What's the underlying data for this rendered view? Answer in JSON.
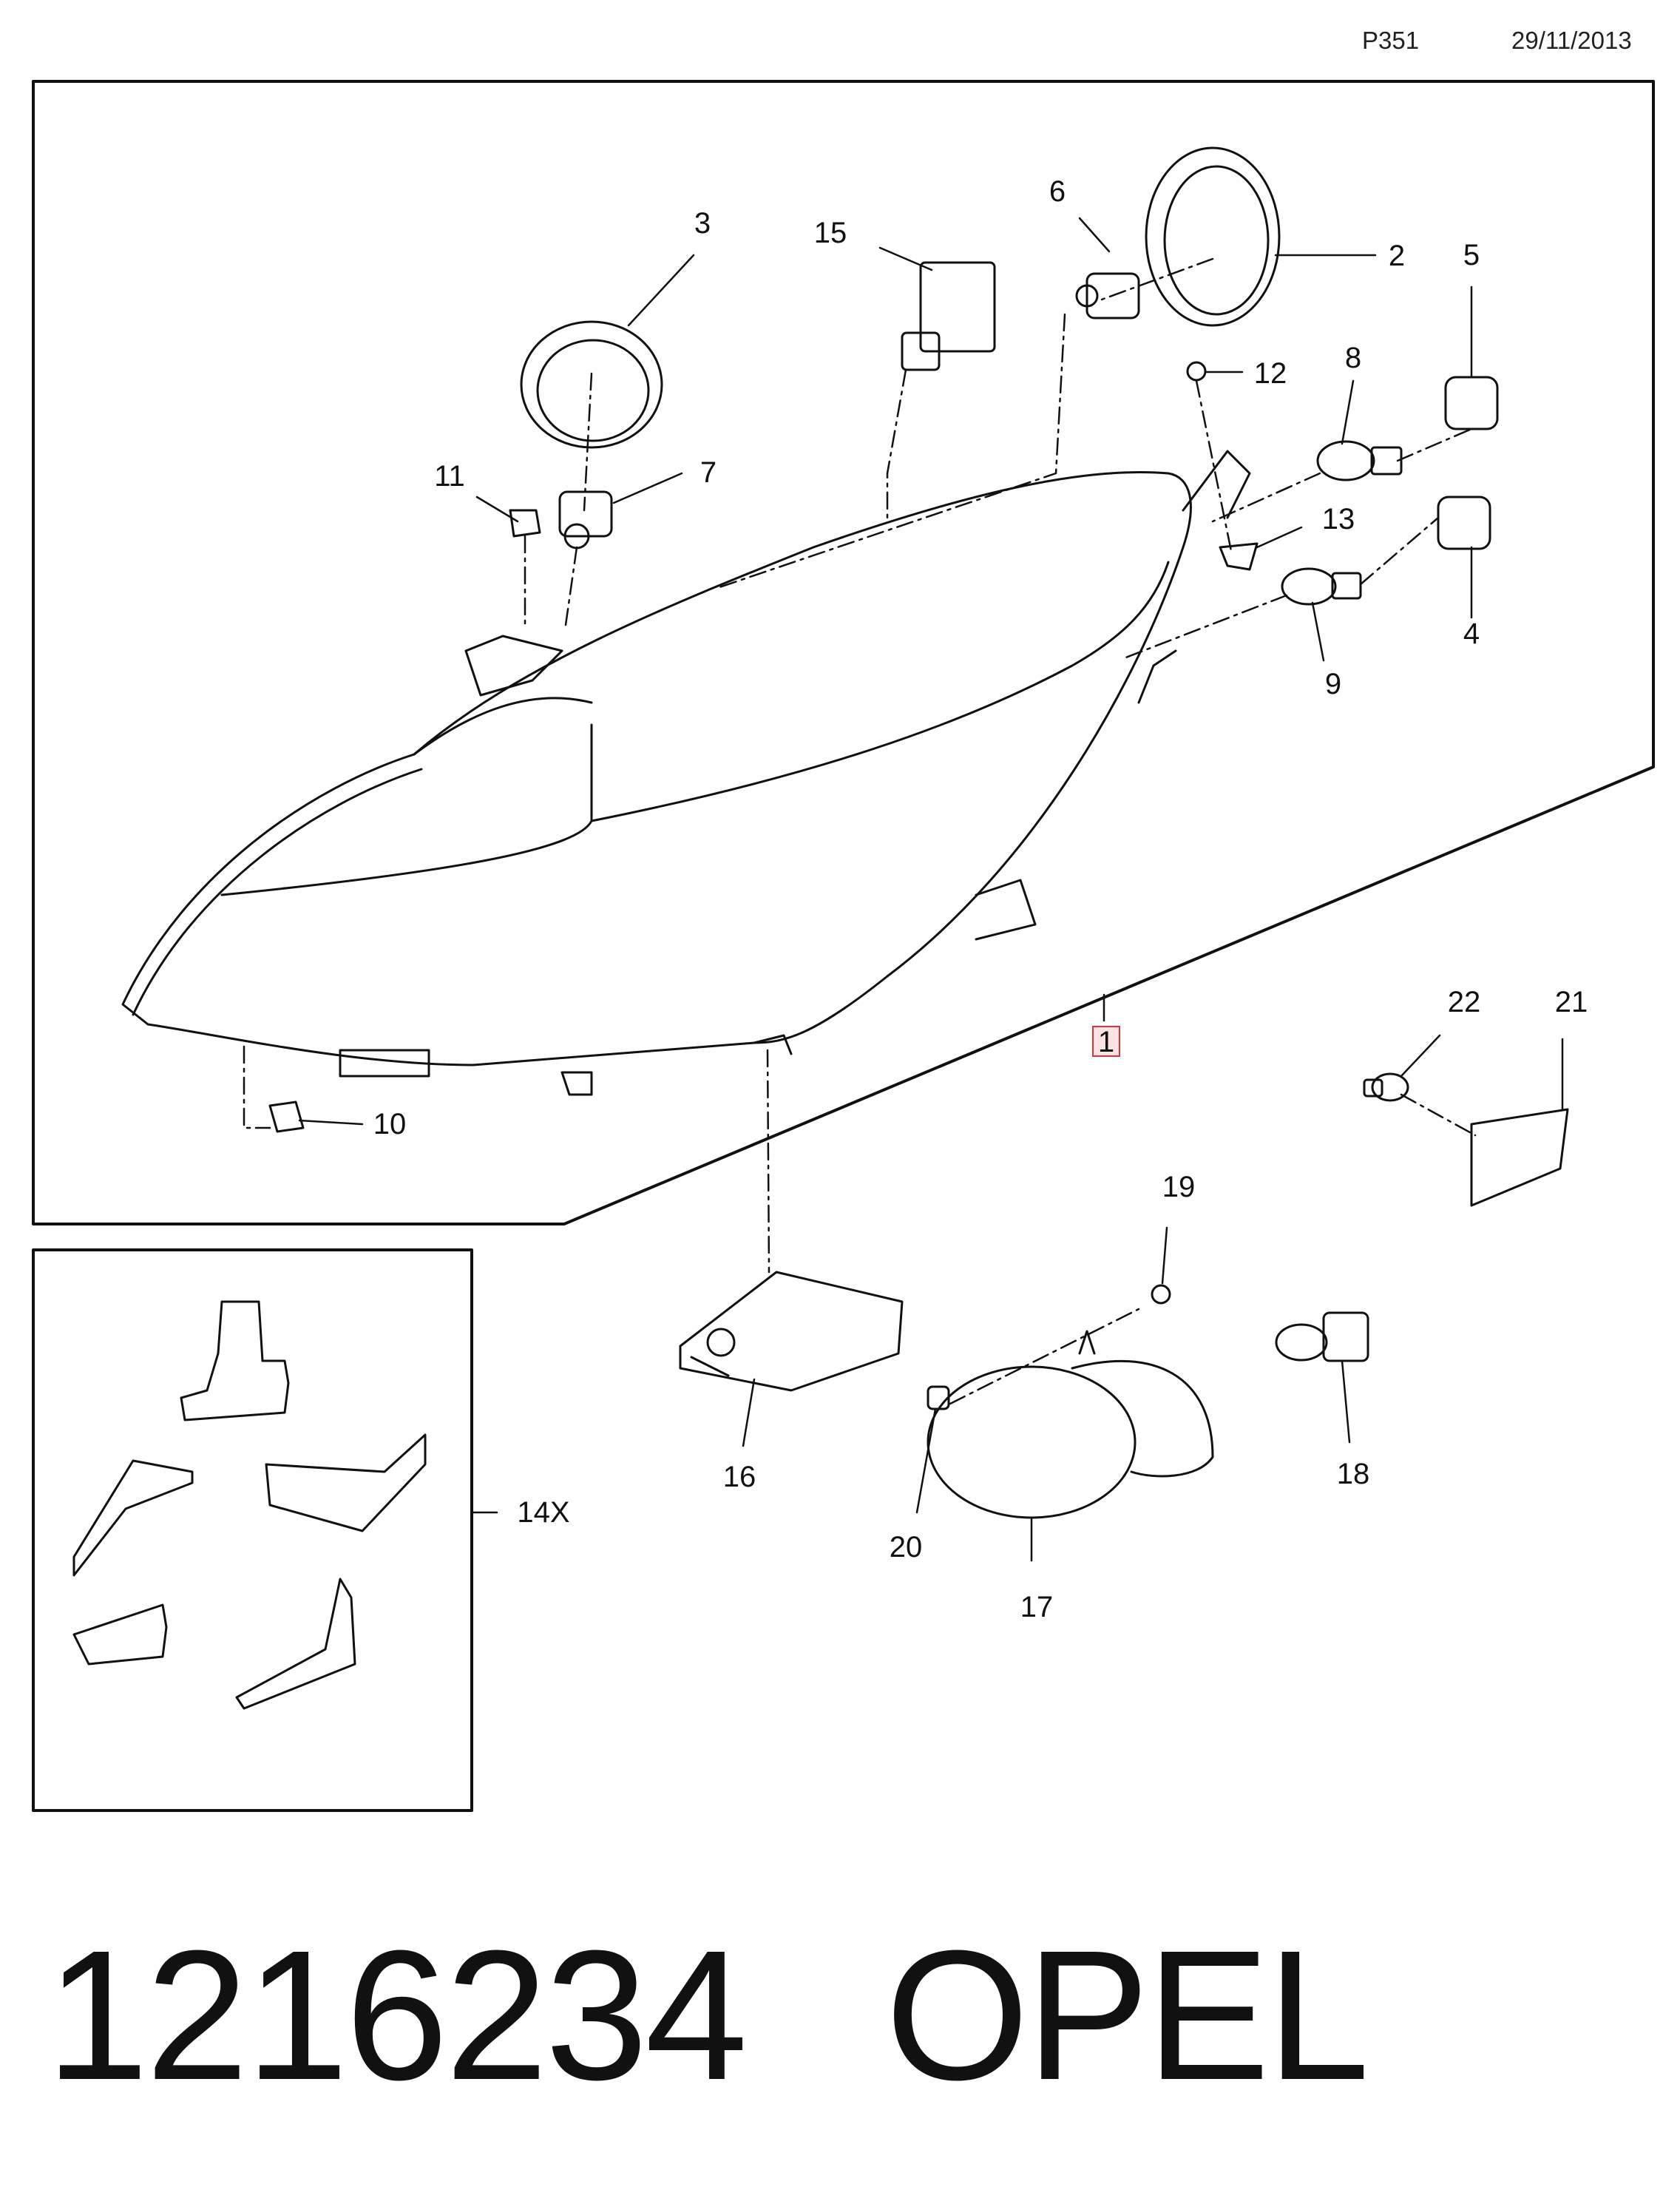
{
  "header": {
    "page_code": "P351",
    "date": "29/11/2013"
  },
  "callouts": {
    "c1": "1",
    "c2": "2",
    "c3": "3",
    "c4": "4",
    "c5": "5",
    "c6": "6",
    "c7": "7",
    "c8": "8",
    "c9": "9",
    "c10": "10",
    "c11": "11",
    "c12": "12",
    "c13": "13",
    "c14": "14X",
    "c15": "15",
    "c16": "16",
    "c17": "17",
    "c18": "18",
    "c19": "19",
    "c20": "20",
    "c21": "21",
    "c22": "22"
  },
  "footer": {
    "part_number": "1216234",
    "brand": "OPEL"
  },
  "colors": {
    "line": "#111111",
    "highlight_border": "#d9333f",
    "highlight_fill": "#fbe2e3"
  }
}
